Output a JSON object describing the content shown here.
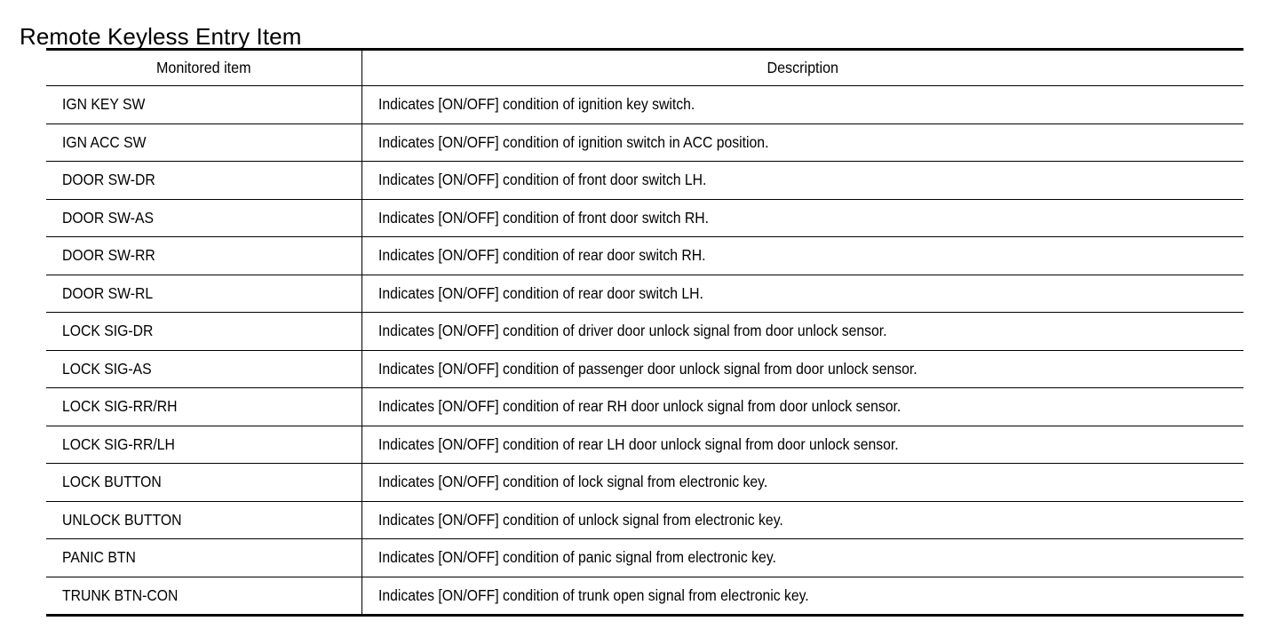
{
  "page": {
    "title": "Remote Keyless Entry Item"
  },
  "table": {
    "columns": [
      {
        "key": "item",
        "header": "Monitored item"
      },
      {
        "key": "description",
        "header": "Description"
      }
    ],
    "rows": [
      {
        "item": "IGN KEY SW",
        "description": "Indicates [ON/OFF] condition of ignition key switch."
      },
      {
        "item": "IGN ACC SW",
        "description": "Indicates [ON/OFF] condition of ignition switch in ACC position."
      },
      {
        "item": "DOOR SW-DR",
        "description": "Indicates [ON/OFF] condition of front door switch LH."
      },
      {
        "item": "DOOR SW-AS",
        "description": "Indicates [ON/OFF] condition of front door switch RH."
      },
      {
        "item": "DOOR SW-RR",
        "description": "Indicates [ON/OFF] condition of rear door switch RH."
      },
      {
        "item": "DOOR SW-RL",
        "description": "Indicates [ON/OFF] condition of rear door switch LH."
      },
      {
        "item": "LOCK SIG-DR",
        "description": "Indicates [ON/OFF] condition of driver door unlock signal from door unlock sensor."
      },
      {
        "item": "LOCK SIG-AS",
        "description": "Indicates [ON/OFF] condition of passenger door unlock signal from door unlock sensor."
      },
      {
        "item": "LOCK SIG-RR/RH",
        "description": "Indicates [ON/OFF] condition of rear RH door unlock signal from door unlock sensor."
      },
      {
        "item": "LOCK SIG-RR/LH",
        "description": "Indicates [ON/OFF] condition of rear LH door unlock signal from door unlock sensor."
      },
      {
        "item": "LOCK BUTTON",
        "description": "Indicates [ON/OFF] condition of lock signal from electronic key."
      },
      {
        "item": "UNLOCK BUTTON",
        "description": "Indicates [ON/OFF] condition of unlock signal from electronic key."
      },
      {
        "item": "PANIC BTN",
        "description": "Indicates [ON/OFF] condition of panic signal from electronic key."
      },
      {
        "item": "TRUNK BTN-CON",
        "description": "Indicates [ON/OFF] condition of trunk open signal from electronic key."
      }
    ]
  },
  "colors": {
    "text": "#000000",
    "background": "#ffffff",
    "rule": "#000000"
  }
}
